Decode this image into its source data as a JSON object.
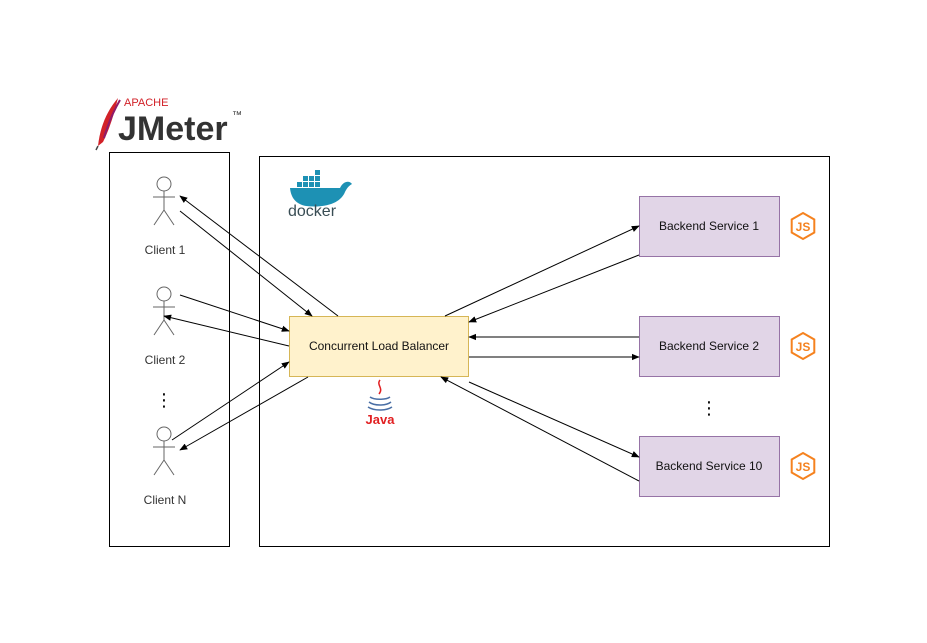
{
  "jmeter_logo": {
    "brand_small": "APACHE",
    "brand_large": "JMeter",
    "trademark": "™"
  },
  "docker_logo": {
    "text": "docker"
  },
  "java_logo": {
    "text": "Java"
  },
  "nodejs_icon": {
    "text": "JS"
  },
  "clients": [
    {
      "label": "Client 1"
    },
    {
      "label": "Client 2"
    },
    {
      "label": "Client N"
    }
  ],
  "client_ellipsis": "⋮",
  "load_balancer": {
    "label": "Concurrent Load Balancer"
  },
  "backends": [
    {
      "label": "Backend Service 1"
    },
    {
      "label": "Backend Service 2"
    },
    {
      "label": "Backend Service 10"
    }
  ],
  "backend_ellipsis": "⋮",
  "colors": {
    "load_balancer_fill": "#fff2cc",
    "load_balancer_stroke": "#d6b656",
    "backend_fill": "#e1d5e7",
    "backend_stroke": "#9673a6",
    "nodejs_orange": "#f5821f",
    "docker_blue": "#1d91b4",
    "java_red": "#e11f21",
    "jmeter_red": "#d22128"
  }
}
